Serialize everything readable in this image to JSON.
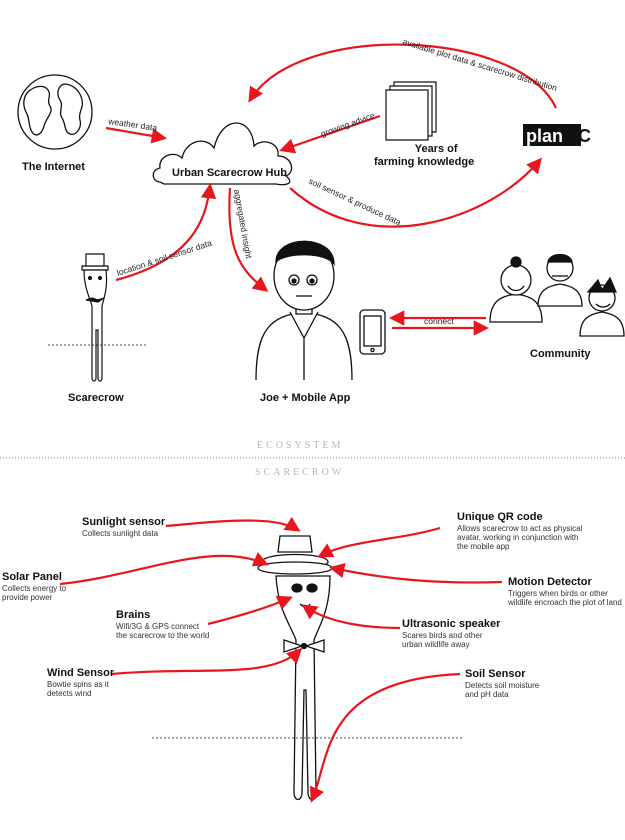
{
  "ecosystem": {
    "nodes": {
      "internet": "The Internet",
      "hub": "Urban Scarecrow Hub",
      "farming_line1": "Years of",
      "farming_line2": "farming knowledge",
      "planyc_pre": "plan",
      "planyc_post": "YC",
      "scarecrow": "Scarecrow",
      "joe": "Joe + Mobile App",
      "community": "Community"
    },
    "flows": {
      "weather": "weather data",
      "growing": "growing advice",
      "plot": "available plot data & scarecrow distribution",
      "soil_produce": "soil sensor & produce data",
      "location": "location & soil sensor data",
      "insight": "aggregated insight",
      "connect": "connect"
    }
  },
  "sections": {
    "ecosystem": "ECOSYSTEM",
    "scarecrow": "SCARECROW"
  },
  "components": {
    "sunlight": {
      "title": "Sunlight sensor",
      "desc": [
        "Collects sunlight data"
      ]
    },
    "qr": {
      "title": "Unique QR code",
      "desc": [
        "Allows scarecrow to act as physical",
        "avatar, working in conjunction with",
        "the mobile app"
      ]
    },
    "solar": {
      "title": "Solar Panel",
      "desc": [
        "Collects energy to",
        "provide power"
      ]
    },
    "motion": {
      "title": "Motion Detector",
      "desc": [
        "Triggers when birds or other",
        "wildlife encroach the plot of land"
      ]
    },
    "brains": {
      "title": "Brains",
      "desc": [
        "Wifi/3G & GPS connect",
        "the scarecrow to the world"
      ]
    },
    "ultrasonic": {
      "title": "Ultrasonic speaker",
      "desc": [
        "Scares birds and other",
        "urban wildlife away"
      ]
    },
    "wind": {
      "title": "Wind Sensor",
      "desc": [
        "Bowtie spins as it",
        "detects wind"
      ]
    },
    "soil": {
      "title": "Soil Sensor",
      "desc": [
        "Detects soil moisture",
        "and pH data"
      ]
    }
  },
  "colors": {
    "arrow": "#e8171f",
    "ink": "#111111",
    "section_label": "#b8b8b8"
  }
}
